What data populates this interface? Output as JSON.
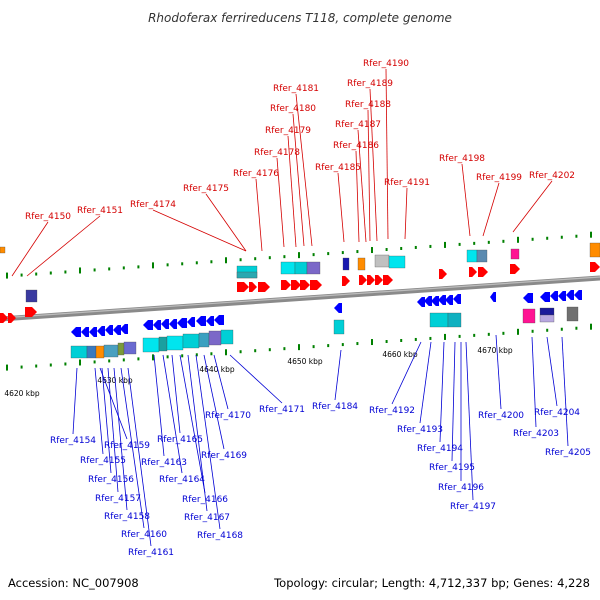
{
  "title": "Rhodoferax ferrireducens T118, complete genome",
  "footer": {
    "accession": "Accession: NC_007908",
    "stats": "Topology: circular; Length: 4,712,337 bp; Genes: 4,228"
  },
  "colors": {
    "forward_strand": "#ff0000",
    "reverse_strand": "#0000ff",
    "backbone": "#808080",
    "tick": "#008000"
  },
  "kbp_labels": [
    "4620 kbp",
    "4630 kbp",
    "4640 kbp",
    "4650 kbp",
    "4660 kbp",
    "4670 kbp"
  ],
  "upper_labels": [
    "Rfer_4150",
    "Rfer_4151",
    "Rfer_4174",
    "Rfer_4175",
    "Rfer_4176",
    "Rfer_4178",
    "Rfer_4179",
    "Rfer_4180",
    "Rfer_4181",
    "Rfer_4185",
    "Rfer_4186",
    "Rfer_4187",
    "Rfer_4188",
    "Rfer_4189",
    "Rfer_4190",
    "Rfer_4191",
    "Rfer_4198",
    "Rfer_4199",
    "Rfer_4202"
  ],
  "lower_labels": [
    "Rfer_4154",
    "Rfer_4155",
    "Rfer_4156",
    "Rfer_4157",
    "Rfer_4158",
    "Rfer_4159",
    "Rfer_4160",
    "Rfer_4161",
    "Rfer_4163",
    "Rfer_4164",
    "Rfer_4165",
    "Rfer_4166",
    "Rfer_4167",
    "Rfer_4168",
    "Rfer_4169",
    "Rfer_4170",
    "Rfer_4171",
    "Rfer_4184",
    "Rfer_4192",
    "Rfer_4193",
    "Rfer_4194",
    "Rfer_4195",
    "Rfer_4196",
    "Rfer_4197",
    "Rfer_4200",
    "Rfer_4203",
    "Rfer_4204",
    "Rfer_4205"
  ]
}
